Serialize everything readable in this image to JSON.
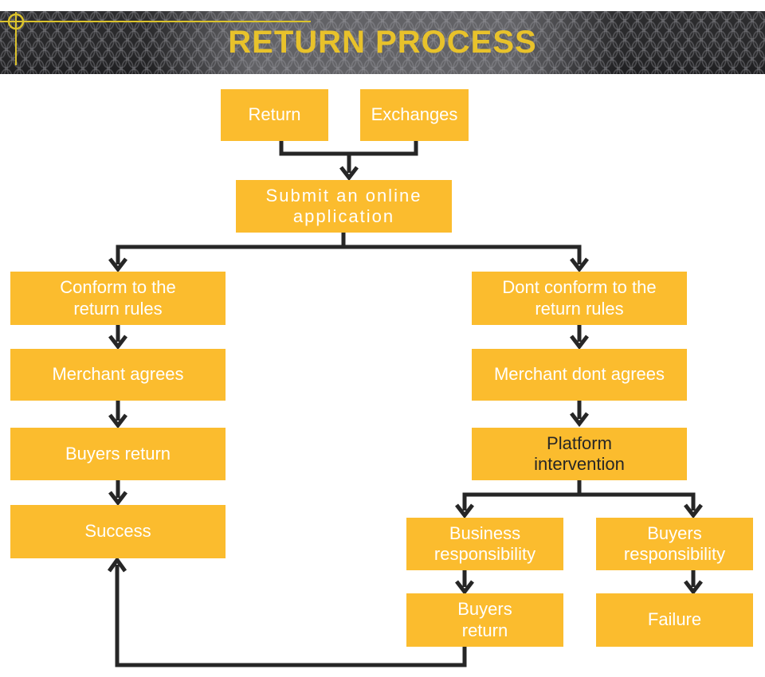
{
  "header": {
    "title": "RETURN PROCESS"
  },
  "nodes": {
    "return": "Return",
    "exchanges": "Exchanges",
    "submit_application": "Submit an online\napplication",
    "conform_rules": "Conform to the\nreturn rules",
    "dont_conform_rules": "Dont conform to the\nreturn rules",
    "merchant_agrees": "Merchant agrees",
    "merchant_dont_agrees": "Merchant dont agrees",
    "buyers_return": "Buyers return",
    "platform_intervention": "Platform\nintervention",
    "success": "Success",
    "business_responsibility": "Business\nresponsibility",
    "buyers_responsibility": "Buyers\nresponsibility",
    "buyers_return_2": "Buyers\nreturn",
    "failure": "Failure"
  },
  "colors": {
    "box_fill": "#FBBC2E",
    "box_text": "#FFFFFF",
    "platform_text": "#262626",
    "connector": "#262626",
    "title_text": "#E8C22B",
    "banner_background": "#27272A"
  }
}
